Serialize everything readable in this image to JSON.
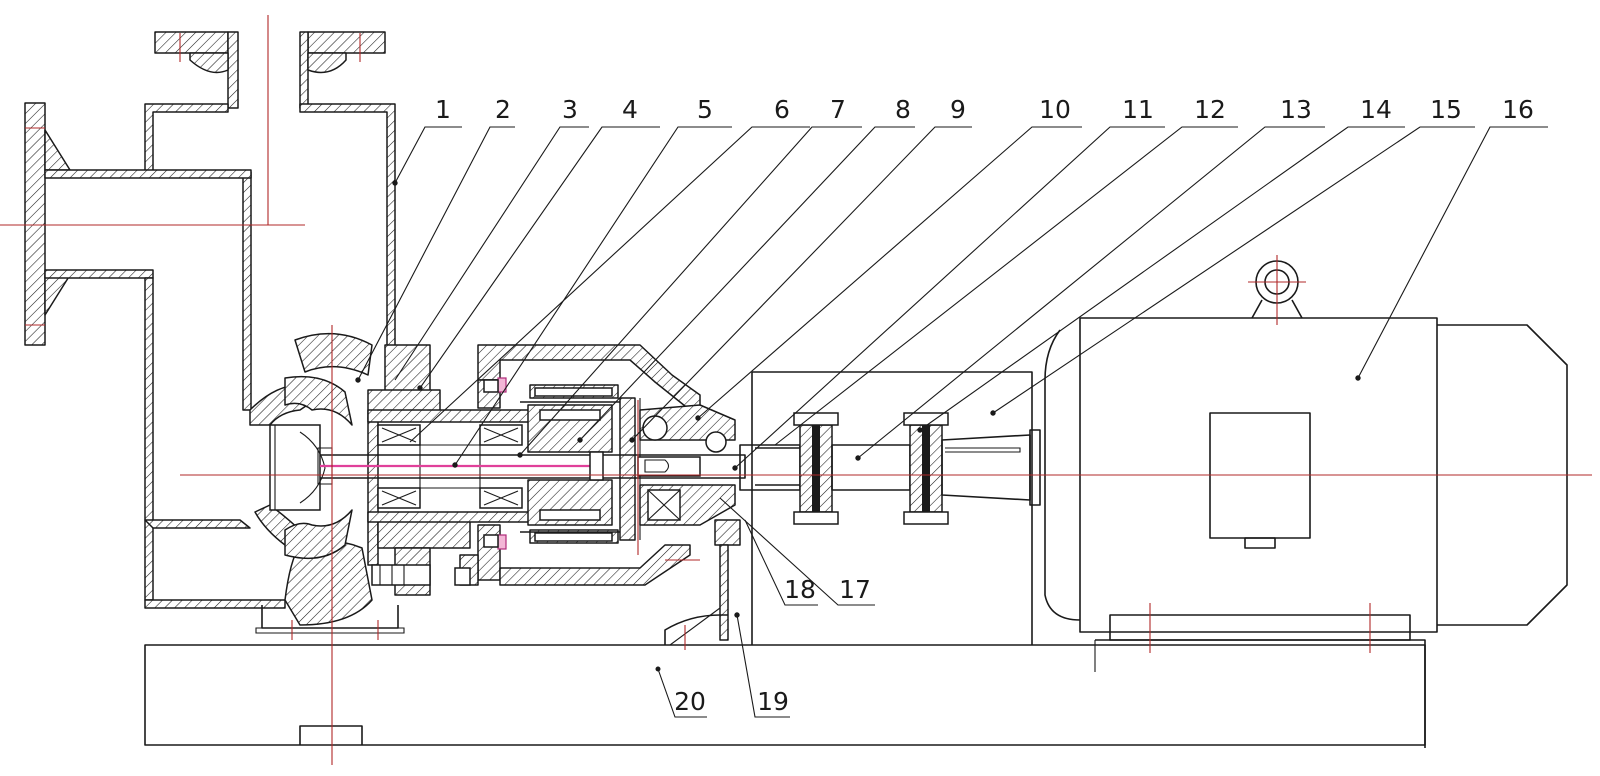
{
  "parts": [
    {
      "id": "1",
      "label": "1"
    },
    {
      "id": "2",
      "label": "2"
    },
    {
      "id": "3",
      "label": "3"
    },
    {
      "id": "4",
      "label": "4"
    },
    {
      "id": "5",
      "label": "5"
    },
    {
      "id": "6",
      "label": "6"
    },
    {
      "id": "7",
      "label": "7"
    },
    {
      "id": "8",
      "label": "8"
    },
    {
      "id": "9",
      "label": "9"
    },
    {
      "id": "10",
      "label": "10"
    },
    {
      "id": "11",
      "label": "11"
    },
    {
      "id": "12",
      "label": "12"
    },
    {
      "id": "13",
      "label": "13"
    },
    {
      "id": "14",
      "label": "14"
    },
    {
      "id": "15",
      "label": "15"
    },
    {
      "id": "16",
      "label": "16"
    },
    {
      "id": "17",
      "label": "17"
    },
    {
      "id": "18",
      "label": "18"
    },
    {
      "id": "19",
      "label": "19"
    },
    {
      "id": "20",
      "label": "20"
    }
  ],
  "colors": {
    "line": "#1a1a1a",
    "centerline": "#b02828",
    "magnet_accent": "#e0409a",
    "background": "#ffffff"
  }
}
